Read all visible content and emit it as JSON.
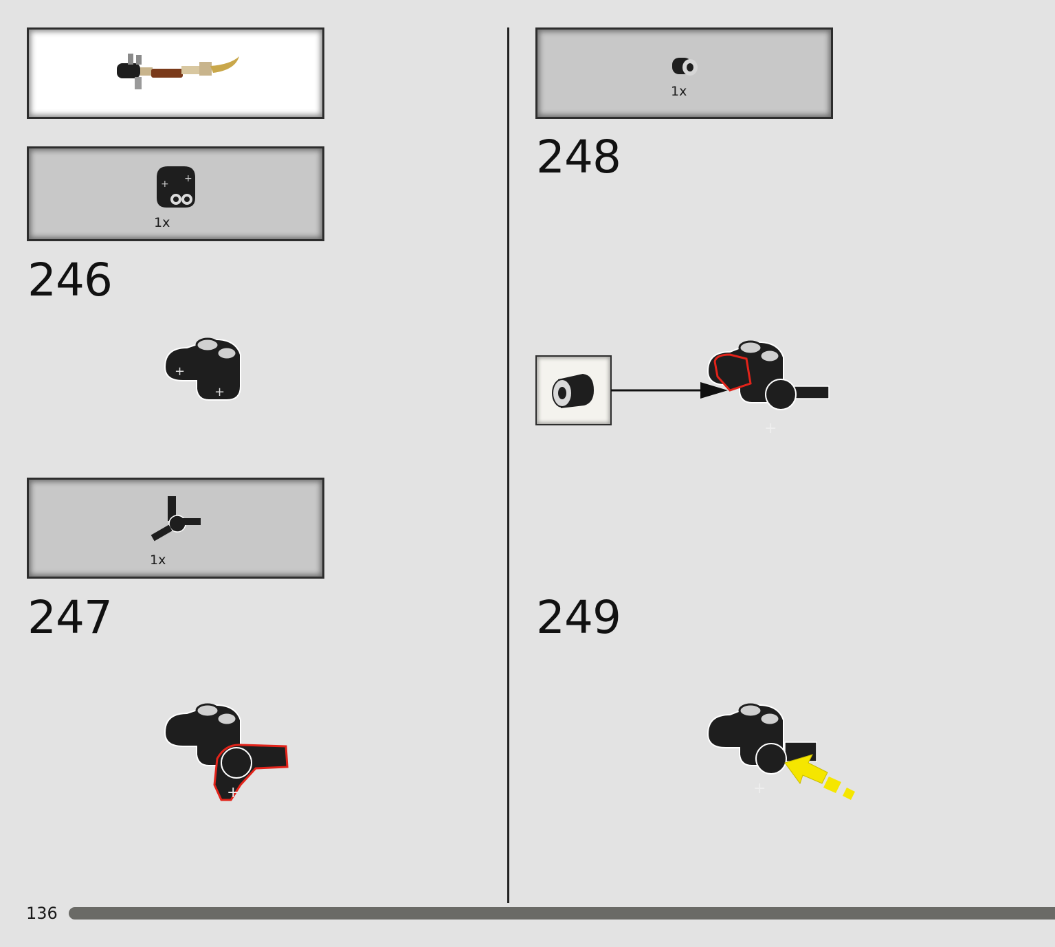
{
  "page": {
    "number": "136"
  },
  "submodel_callout": {
    "part_icons": [
      "weapon-assembly-icon"
    ]
  },
  "steps": [
    {
      "number": "246",
      "parts": [
        {
          "qty": "1x",
          "part": "axle-pin-connector-perpendicular-icon"
        }
      ]
    },
    {
      "number": "247",
      "parts": [
        {
          "qty": "1x",
          "part": "axle-connector-three-way-icon"
        }
      ]
    },
    {
      "number": "248",
      "parts": [
        {
          "qty": "1x",
          "part": "bush-half-icon"
        }
      ],
      "subassembly_part": "bush-half-icon"
    },
    {
      "number": "249",
      "parts": []
    }
  ],
  "colors": {
    "highlight_red": "#e2231a",
    "arrow_yellow": "#f5e600",
    "part_black": "#1e1e1e"
  }
}
